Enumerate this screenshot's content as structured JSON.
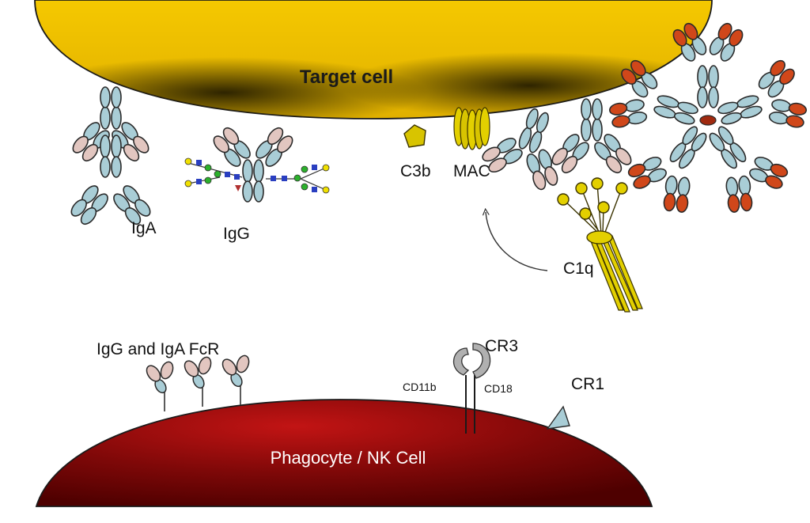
{
  "target_cell": {
    "label": "Target cell"
  },
  "phagocyte": {
    "label": "Phagocyte / NK Cell"
  },
  "labels": {
    "iga": "IgA",
    "igg": "IgG",
    "c3b": "C3b",
    "mac": "MAC",
    "c1q": "C1q",
    "fcr": "IgG and IgA FcR",
    "cr3": "CR3",
    "cd11b": "CD11b",
    "cd18": "CD18",
    "cr1": "CR1"
  },
  "colors": {
    "target_fill": "#f2c200",
    "target_dark": "#3d2f00",
    "phagocyte_fill": "#8b0a0a",
    "phagocyte_dark": "#4a0000",
    "domain_blue": "#a9cdd6",
    "domain_pink": "#e2c6c0",
    "domain_orange": "#d0471a",
    "c3b_yellow": "#d8c400",
    "mac_yellow": "#e3d000",
    "receptor_gray": "#b0b0b0"
  }
}
